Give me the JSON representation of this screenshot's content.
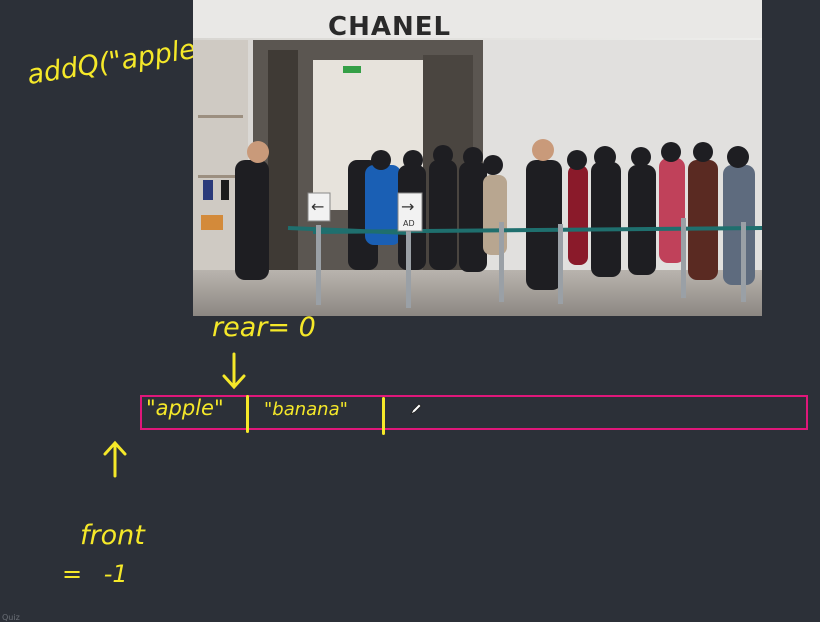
{
  "annotations": {
    "add_call": "addQ(\"apple\")",
    "rear_label": "rear= 0",
    "front_label": "front",
    "front_value": "= -1"
  },
  "queue": {
    "cells": [
      "\"apple\"",
      "\"banana\""
    ]
  },
  "photo": {
    "store_sign": "CHANEL",
    "door_sign": "AD"
  },
  "colors": {
    "background": "#2c3038",
    "ink": "#f5e829",
    "queue_box": "#e0177a"
  },
  "icons": [
    "arrow-down-icon",
    "arrow-up-icon",
    "pen-cursor-icon",
    "arrow-left-sign-icon",
    "arrow-right-sign-icon"
  ],
  "footer": {
    "corner_text": "Quiz"
  }
}
